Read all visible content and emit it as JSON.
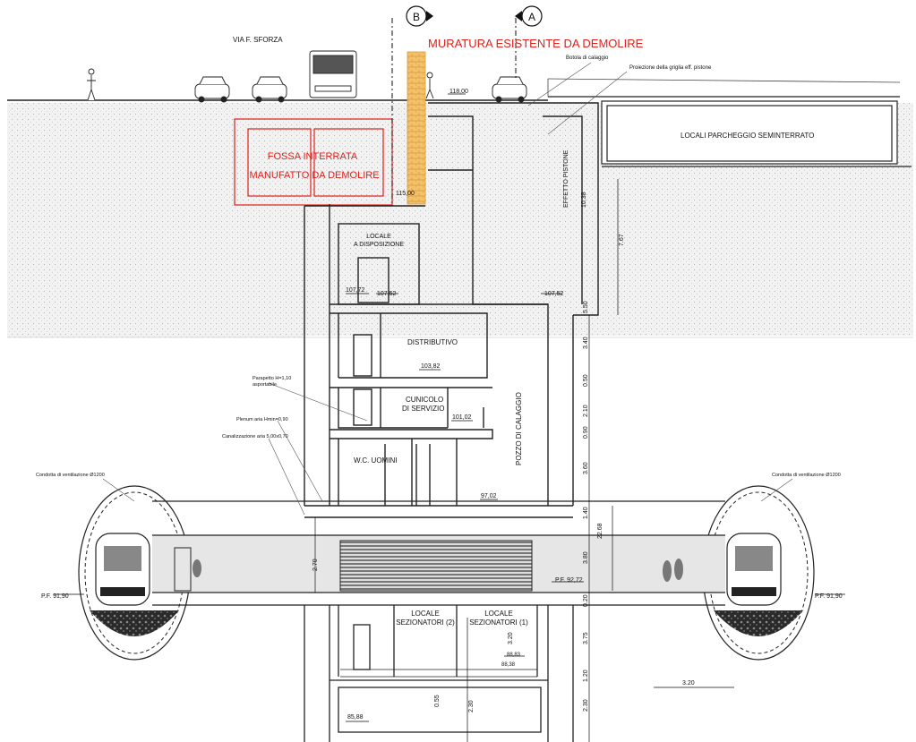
{
  "street": {
    "name": "VIA F. SFORZA"
  },
  "demolition": {
    "wall_title": "MURATURA ESISTENTE DA DEMOLIRE",
    "pit_line1": "FOSSA INTERRATA",
    "pit_line2": "MANUFATTO DA DEMOLIRE"
  },
  "sections": {
    "a": "A",
    "b": "B"
  },
  "rooms": {
    "locale_disp_1": "LOCALE",
    "locale_disp_2": "A DISPOSIZIONE",
    "distributivo": "DISTRIBUTIVO",
    "cunicolo_1": "CUNICOLO",
    "cunicolo_2": "DI SERVIZIO",
    "wc": "W.C. UOMINI",
    "pozzo": "POZZO DI CALAGGIO",
    "parcheggio": "LOCALI  PARCHEGGIO SEMINTERRATO",
    "sez2_1": "LOCALE",
    "sez2_2": "SEZIONATORI (2)",
    "sez1_1": "LOCALE",
    "sez1_2": "SEZIONATORI (1)",
    "effetto": "EFFETTO PISTONE"
  },
  "notes": {
    "botola": "Botola di calaggio",
    "proiezione": "Proiezione della griglia eff. pistone",
    "parapetto_1": "Parapetto H=1,10",
    "parapetto_2": "asportabile",
    "plenum": "Plenum aria Hmin=0,90",
    "canalizzazione": "Canalizzazione aria 5,00x0,70",
    "condotta_left": "Condotta di ventilazione Ø1200",
    "condotta_right": "Condotta di ventilazione Ø1200"
  },
  "elevations": {
    "e118": "118,00",
    "e115": "115,00",
    "e107a": "107,72",
    "e107b": "107,52",
    "e107c": "107,52",
    "e103": "103,82",
    "e101": "101,02",
    "e97": "97,02",
    "pf_left": "P.F. 91,90",
    "pf_mid": "P.F. 92,72",
    "pf_right": "P.F. 91,90",
    "e88": "88,83",
    "e88b": "88,38",
    "e85": "85,88"
  },
  "dimensions": {
    "d1038": "10.38",
    "d767": "7.67",
    "d5": "5.50",
    "d340": "3.40",
    "d050": "0.50",
    "d210": "2.10",
    "d360": "3.60",
    "d380": "3.80",
    "d375": "3.75",
    "d230": "2.30",
    "d270": "2.70",
    "d2268": "22.68",
    "d320": "3.20",
    "d320b": "3.20",
    "d055": "0.55",
    "d120": "1.20",
    "d230b": "2.30",
    "d020": "0.20",
    "d090": "0.90",
    "d140": "1.40"
  }
}
